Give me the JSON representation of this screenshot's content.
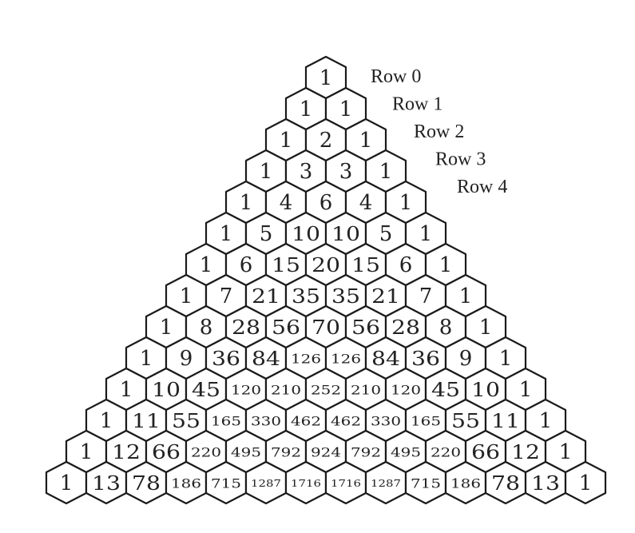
{
  "diagram": {
    "row_labels": [
      "Row 0",
      "Row 1",
      "Row 2",
      "Row 3",
      "Row 4"
    ],
    "rows": [
      [
        "1"
      ],
      [
        "1",
        "1"
      ],
      [
        "1",
        "2",
        "1"
      ],
      [
        "1",
        "3",
        "3",
        "1"
      ],
      [
        "1",
        "4",
        "6",
        "4",
        "1"
      ],
      [
        "1",
        "5",
        "10",
        "10",
        "5",
        "1"
      ],
      [
        "1",
        "6",
        "15",
        "20",
        "15",
        "6",
        "1"
      ],
      [
        "1",
        "7",
        "21",
        "35",
        "35",
        "21",
        "7",
        "1"
      ],
      [
        "1",
        "8",
        "28",
        "56",
        "70",
        "56",
        "28",
        "8",
        "1"
      ],
      [
        "1",
        "9",
        "36",
        "84",
        "126",
        "126",
        "84",
        "36",
        "9",
        "1"
      ],
      [
        "1",
        "10",
        "45",
        "120",
        "210",
        "252",
        "210",
        "120",
        "45",
        "10",
        "1"
      ],
      [
        "1",
        "11",
        "55",
        "165",
        "330",
        "462",
        "462",
        "330",
        "165",
        "55",
        "11",
        "1"
      ],
      [
        "1",
        "12",
        "66",
        "220",
        "495",
        "792",
        "924",
        "792",
        "495",
        "220",
        "66",
        "12",
        "1"
      ],
      [
        "1",
        "13",
        "78",
        "186",
        "715",
        "1287",
        "1716",
        "1716",
        "1287",
        "715",
        "186",
        "78",
        "13",
        "1"
      ]
    ],
    "colors": {
      "stroke": "#1a1a1a",
      "text": "#222222",
      "background": "#ffffff"
    }
  }
}
